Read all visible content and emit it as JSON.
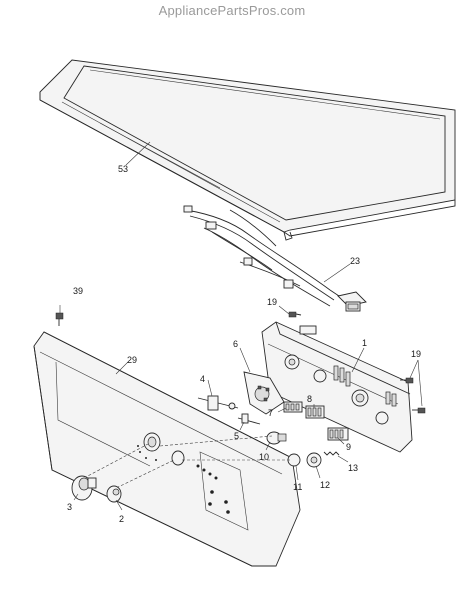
{
  "watermark": "AppliancePartsPros.com",
  "callouts": {
    "c53": "53",
    "c23": "23",
    "c39": "39",
    "c19a": "19",
    "c29": "29",
    "c6": "6",
    "c1": "1",
    "c19b": "19",
    "c4": "4",
    "c7": "7",
    "c8": "8",
    "c5": "5",
    "c9": "9",
    "c10": "10",
    "c13": "13",
    "c11": "11",
    "c12": "12",
    "c3": "3",
    "c2": "2"
  }
}
